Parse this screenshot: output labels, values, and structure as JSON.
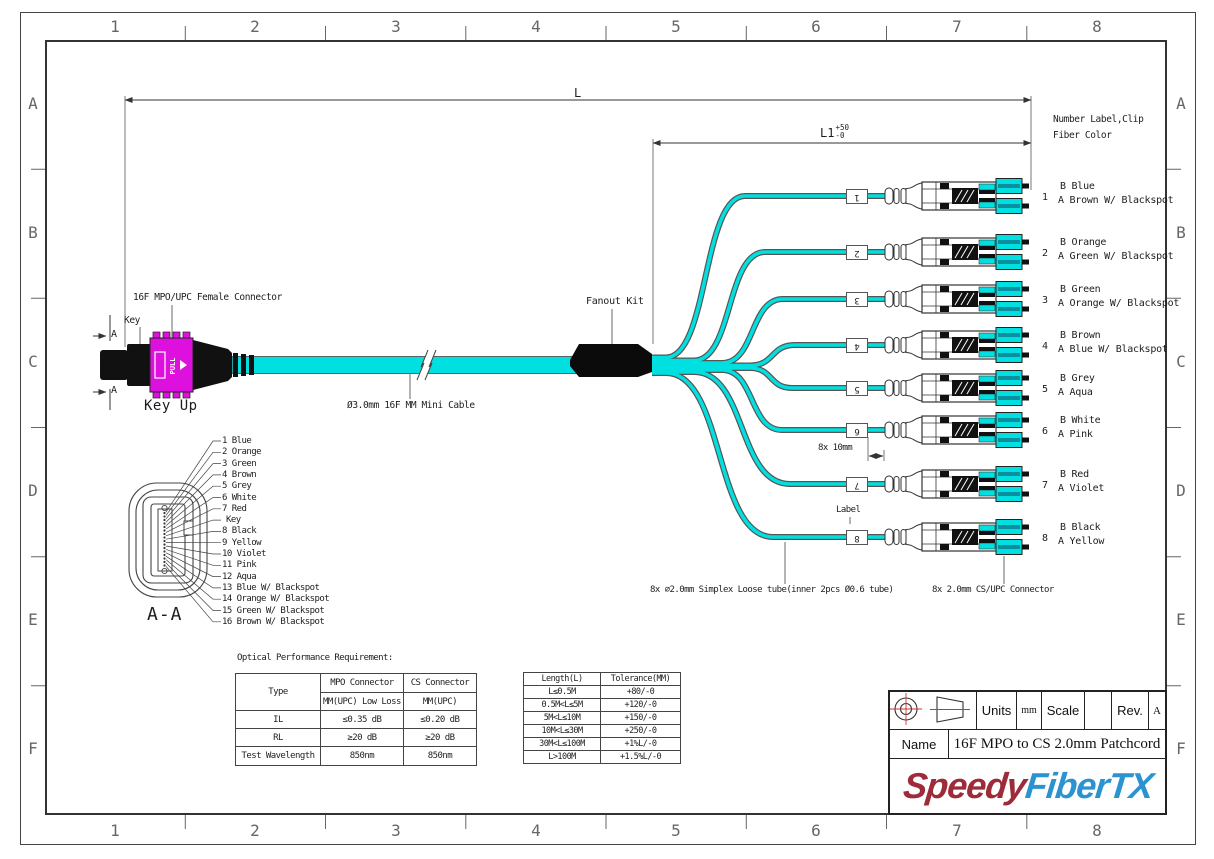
{
  "grid": {
    "columns": [
      "1",
      "2",
      "3",
      "4",
      "5",
      "6",
      "7",
      "8"
    ],
    "rows": [
      "A",
      "B",
      "C",
      "D",
      "E",
      "F"
    ]
  },
  "dimensions": {
    "overall_label": "L",
    "breakout_label": "L1",
    "breakout_tol_plus": "+50",
    "breakout_tol_minus": "-0",
    "note_line1": "Number Label,Clip",
    "note_line2": "Fiber Color",
    "stagger_label": "8x 10mm"
  },
  "left_assembly": {
    "connector_label": "16F MPO/UPC Female Connector",
    "key_label": "Key",
    "key_up_label": "Key Up",
    "section_letter": "A",
    "pull_text": "PULL",
    "cable_label": "Ø3.0mm 16F MM Mini Cable",
    "fanout_label": "Fanout Kit"
  },
  "callouts": {
    "tube_label": "8x ∅2.0mm Simplex Loose tube(inner 2pcs Ø0.6 tube)",
    "cs_label": "8x 2.0mm CS/UPC Connector",
    "label_callout": "Label"
  },
  "branches": [
    {
      "num": "1",
      "b": "B Blue",
      "a": "A Brown W/ Blackspot"
    },
    {
      "num": "2",
      "b": "B Orange",
      "a": "A Green W/ Blackspot"
    },
    {
      "num": "3",
      "b": "B Green",
      "a": "A Orange W/ Blackspot"
    },
    {
      "num": "4",
      "b": "B Brown",
      "a": "A Blue W/ Blackspot"
    },
    {
      "num": "5",
      "b": "B Grey",
      "a": "A Aqua"
    },
    {
      "num": "6",
      "b": "B White",
      "a": "A Pink"
    },
    {
      "num": "7",
      "b": "B Red",
      "a": "A Violet"
    },
    {
      "num": "8",
      "b": "B Black",
      "a": "A Yellow"
    }
  ],
  "cross_section": {
    "title": "A-A",
    "legend": [
      "1 Blue",
      "2 Orange",
      "3 Green",
      "4 Brown",
      "5 Grey",
      "6 White",
      "7 Red",
      "Key",
      "8 Black",
      "9 Yellow",
      "10 Violet",
      "11 Pink",
      "12 Aqua",
      "13 Blue W/ Blackspot",
      "14 Orange W/ Blackspot",
      "15 Green W/ Blackspot",
      "16 Brown W/ Blackspot"
    ]
  },
  "optical_table": {
    "title": "Optical Performance Requirement:",
    "type_header": "Type",
    "mpo_header": "MPO Connector",
    "mpo_sub": "MM(UPC) Low Loss",
    "cs_header": "CS Connector",
    "cs_sub": "MM(UPC)",
    "rows": [
      [
        "IL",
        "≤0.35 dB",
        "≤0.20 dB"
      ],
      [
        "RL",
        "≥20 dB",
        "≥20 dB"
      ],
      [
        "Test Wavelength",
        "850nm",
        "850nm"
      ]
    ]
  },
  "tolerance_table": {
    "headers": [
      "Length(L)",
      "Tolerance(MM)"
    ],
    "rows": [
      [
        "L≤0.5M",
        "+80/-0"
      ],
      [
        "0.5M<L≤5M",
        "+120/-0"
      ],
      [
        "5M<L≤10M",
        "+150/-0"
      ],
      [
        "10M<L≤30M",
        "+250/-0"
      ],
      [
        "30M<L≤100M",
        "+1%L/-0"
      ],
      [
        "L>100M",
        "+1.5%L/-0"
      ]
    ]
  },
  "title_block": {
    "units_label": "Units",
    "units_value": "mm",
    "scale_label": "Scale",
    "scale_value": "",
    "rev_label": "Rev.",
    "rev_value": "A",
    "name_label": "Name",
    "name_value": "16F MPO to CS 2.0mm Patchcord",
    "logo_red_text": "Speedy",
    "logo_blue_text": "FiberTX"
  },
  "colors": {
    "cable_cyan": "#00e0e0",
    "mpo_magenta": "#dd10dd",
    "logo_red": "#9e2b3a",
    "logo_blue": "#2b93cf",
    "centerline_red": "#cc3333"
  }
}
